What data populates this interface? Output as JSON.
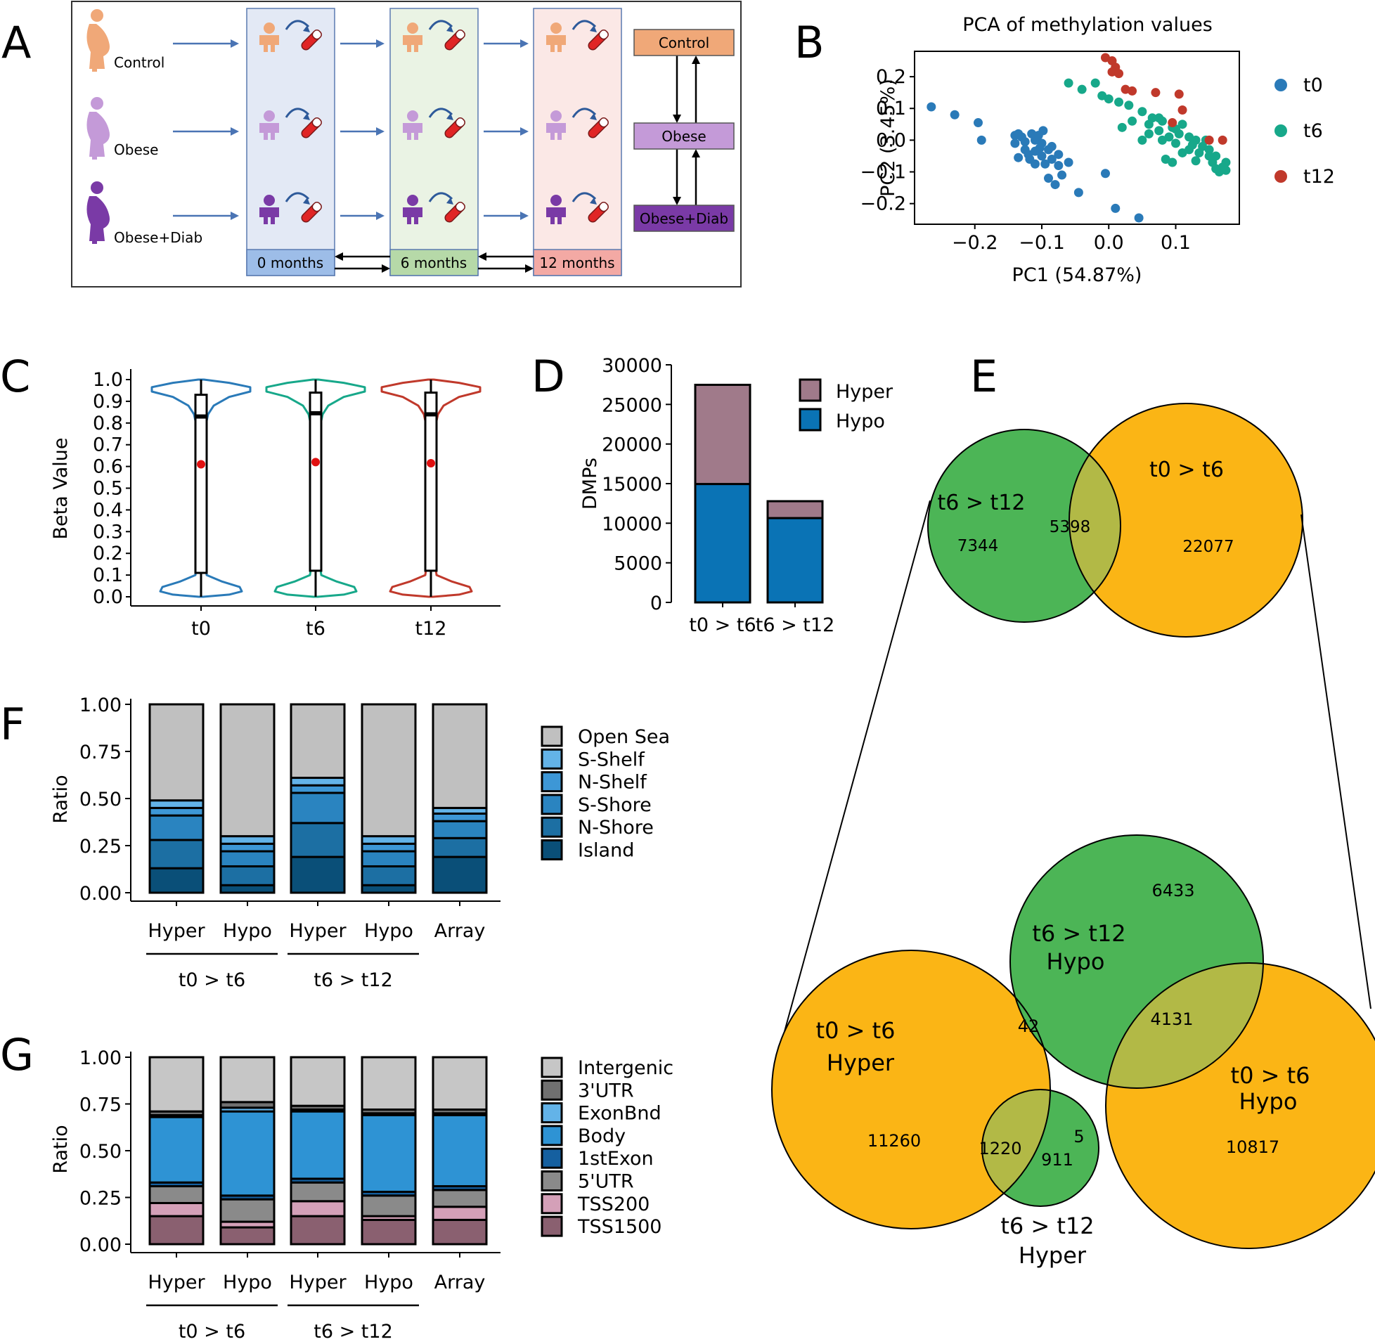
{
  "panels": {
    "A": "A",
    "B": "B",
    "C": "C",
    "D": "D",
    "E": "E",
    "F": "F",
    "G": "G"
  },
  "colors": {
    "control": "#f0a878",
    "obese": "#c49ad8",
    "obese_diab": "#7a3aa6",
    "t0": "#2a7ab8",
    "t6": "#17a88a",
    "t12": "#c0392b",
    "hyper_bar": "#a07a8a",
    "hypo_bar": "#0a73b5",
    "venn_green": "#4cb556",
    "venn_orange": "#fbb515",
    "venn_overlap": "#b2b946"
  },
  "design": {
    "groups": [
      {
        "label": "Control",
        "box_label": "Control",
        "color_key": "control"
      },
      {
        "label": "Obese",
        "box_label": "Obese",
        "color_key": "obese"
      },
      {
        "label": "Obese+Diab",
        "box_label": "Obese+Diab",
        "color_key": "obese_diab"
      }
    ],
    "timepoints": [
      {
        "label": "0 months",
        "bg": "#e3e9f5",
        "tag": "#9dbde8",
        "border": "#5a7ab0"
      },
      {
        "label": "6 months",
        "bg": "#eaf3e4",
        "tag": "#b6d9a8",
        "border": "#5a7ab0"
      },
      {
        "label": "12 months",
        "bg": "#fbe8e6",
        "tag": "#f3a9a4",
        "border": "#5a7ab0"
      }
    ],
    "icons": [
      "mother-icon",
      "baby-icon",
      "arrow-icon",
      "blood-tube-icon"
    ]
  },
  "chart_data": [
    {
      "id": "B",
      "type": "scatter",
      "title": "PCA of methylation values",
      "xlabel": "PC1 (54.87%)",
      "ylabel": "PC2 (3.45%)",
      "xlim": [
        -0.29,
        0.195
      ],
      "ylim": [
        -0.265,
        0.28
      ],
      "xticks": [
        -0.2,
        -0.1,
        0.0,
        0.1
      ],
      "xticklabels": [
        "−0.2",
        "−0.1",
        "0.0",
        "0.1"
      ],
      "yticks": [
        -0.2,
        -0.1,
        0.0,
        0.1,
        0.2
      ],
      "yticklabels": [
        "−0.2",
        "−0.1",
        "0.0",
        "0.1",
        "0.2"
      ],
      "legend": "right",
      "series": [
        {
          "name": "t0",
          "color_key": "t0",
          "points": [
            [
              -0.265,
              0.105
            ],
            [
              -0.23,
              0.08
            ],
            [
              -0.195,
              0.055
            ],
            [
              -0.19,
              0.0
            ],
            [
              -0.14,
              0.015
            ],
            [
              -0.135,
              0.02
            ],
            [
              -0.13,
              0.01
            ],
            [
              -0.125,
              -0.005
            ],
            [
              -0.115,
              0.02
            ],
            [
              -0.11,
              0.0
            ],
            [
              -0.105,
              0.015
            ],
            [
              -0.1,
              -0.01
            ],
            [
              -0.125,
              -0.03
            ],
            [
              -0.12,
              -0.045
            ],
            [
              -0.11,
              -0.035
            ],
            [
              -0.1,
              -0.05
            ],
            [
              -0.09,
              -0.03
            ],
            [
              -0.085,
              -0.06
            ],
            [
              -0.075,
              -0.08
            ],
            [
              -0.07,
              -0.11
            ],
            [
              -0.08,
              -0.14
            ],
            [
              -0.09,
              -0.12
            ],
            [
              -0.095,
              -0.075
            ],
            [
              -0.135,
              -0.055
            ],
            [
              -0.118,
              -0.06
            ],
            [
              -0.045,
              -0.165
            ],
            [
              -0.005,
              -0.105
            ],
            [
              0.01,
              -0.215
            ],
            [
              0.045,
              -0.245
            ],
            [
              -0.11,
              -0.075
            ],
            [
              -0.103,
              -0.025
            ],
            [
              -0.14,
              -0.01
            ],
            [
              -0.085,
              -0.02
            ],
            [
              -0.075,
              -0.045
            ],
            [
              -0.06,
              -0.07
            ],
            [
              -0.098,
              0.03
            ]
          ]
        },
        {
          "name": "t6",
          "color_key": "t6",
          "points": [
            [
              -0.06,
              0.18
            ],
            [
              -0.02,
              0.18
            ],
            [
              -0.04,
              0.16
            ],
            [
              -0.01,
              0.14
            ],
            [
              0.0,
              0.13
            ],
            [
              0.015,
              0.12
            ],
            [
              0.03,
              0.11
            ],
            [
              0.05,
              0.09
            ],
            [
              0.075,
              0.07
            ],
            [
              0.08,
              0.06
            ],
            [
              0.095,
              0.04
            ],
            [
              0.1,
              0.035
            ],
            [
              0.105,
              0.02
            ],
            [
              0.12,
              0.01
            ],
            [
              0.13,
              0.0
            ],
            [
              0.14,
              -0.02
            ],
            [
              0.15,
              -0.03
            ],
            [
              0.16,
              -0.05
            ],
            [
              0.175,
              -0.07
            ],
            [
              0.175,
              -0.095
            ],
            [
              0.165,
              -0.1
            ],
            [
              0.06,
              0.05
            ],
            [
              0.075,
              0.03
            ],
            [
              0.09,
              0.01
            ],
            [
              0.1,
              -0.01
            ],
            [
              0.11,
              -0.04
            ],
            [
              0.095,
              -0.07
            ],
            [
              0.085,
              -0.06
            ],
            [
              0.02,
              0.04
            ],
            [
              0.06,
              0.02
            ],
            [
              0.145,
              0.0
            ],
            [
              0.155,
              -0.07
            ],
            [
              0.13,
              -0.065
            ],
            [
              0.12,
              -0.03
            ],
            [
              0.11,
              0.05
            ],
            [
              0.065,
              0.07
            ],
            [
              0.035,
              0.06
            ],
            [
              0.05,
              0.0
            ],
            [
              0.08,
              0.0
            ],
            [
              0.125,
              -0.015
            ],
            [
              0.135,
              -0.04
            ],
            [
              0.17,
              -0.085
            ],
            [
              0.16,
              -0.09
            ],
            [
              0.15,
              -0.05
            ]
          ]
        },
        {
          "name": "t12",
          "color_key": "t12",
          "points": [
            [
              -0.005,
              0.26
            ],
            [
              0.005,
              0.25
            ],
            [
              0.01,
              0.23
            ],
            [
              0.005,
              0.215
            ],
            [
              0.015,
              0.21
            ],
            [
              0.025,
              0.16
            ],
            [
              0.035,
              0.155
            ],
            [
              0.07,
              0.15
            ],
            [
              0.105,
              0.145
            ],
            [
              0.11,
              0.095
            ],
            [
              0.095,
              0.055
            ],
            [
              0.17,
              0.0
            ],
            [
              0.15,
              0.0
            ]
          ]
        }
      ]
    },
    {
      "id": "C",
      "type": "violin",
      "ylabel": "Beta Value",
      "xlabel": "",
      "ylim": [
        0,
        1
      ],
      "yticks": [
        0,
        0.1,
        0.2,
        0.3,
        0.4,
        0.5,
        0.6,
        0.7,
        0.8,
        0.9,
        1.0
      ],
      "yticklabels": [
        "0.0",
        "0.1",
        "0.2",
        "0.3",
        "0.4",
        "0.5",
        "0.6",
        "0.7",
        "0.8",
        "0.9",
        "1.0"
      ],
      "categories": [
        "t0",
        "t6",
        "t12"
      ],
      "groups": [
        {
          "name": "t0",
          "color_key": "t0",
          "q1": 0.11,
          "median": 0.83,
          "q3": 0.93,
          "mean": 0.61
        },
        {
          "name": "t6",
          "color_key": "t6",
          "q1": 0.12,
          "median": 0.845,
          "q3": 0.94,
          "mean": 0.62
        },
        {
          "name": "t12",
          "color_key": "t12",
          "q1": 0.12,
          "median": 0.84,
          "q3": 0.94,
          "mean": 0.615
        }
      ]
    },
    {
      "id": "D",
      "type": "bar",
      "stacked": true,
      "ylabel": "DMPs",
      "ylim": [
        0,
        30000
      ],
      "yticks": [
        0,
        5000,
        10000,
        15000,
        20000,
        25000,
        30000
      ],
      "yticklabels": [
        "0",
        "5000",
        "10000",
        "15000",
        "20000",
        "25000",
        "30000"
      ],
      "categories": [
        "t0 > t6",
        "t6 > t12"
      ],
      "legend": "top-right",
      "series": [
        {
          "name": "Hypo",
          "color_key": "hypo_bar",
          "values": [
            14950,
            10648
          ]
        },
        {
          "name": "Hyper",
          "color_key": "hyper_bar",
          "values": [
            12525,
            2131
          ]
        }
      ],
      "legend_order": [
        "Hyper",
        "Hypo"
      ]
    },
    {
      "id": "F",
      "type": "bar",
      "stacked": true,
      "ylabel": "Ratio",
      "ylim": [
        0,
        1
      ],
      "yticks": [
        0,
        0.25,
        0.5,
        0.75,
        1.0
      ],
      "yticklabels": [
        "0.00",
        "0.25",
        "0.50",
        "0.75",
        "1.00"
      ],
      "categories": [
        "Hyper",
        "Hypo",
        "Hyper",
        "Hypo",
        "Array"
      ],
      "category_groups": [
        {
          "label": "t0 > t6",
          "span": [
            0,
            1
          ]
        },
        {
          "label": "t6 > t12",
          "span": [
            2,
            3
          ]
        }
      ],
      "legend": "right",
      "series": [
        {
          "name": "Island",
          "color": "#0a4f78",
          "values": [
            0.13,
            0.04,
            0.19,
            0.04,
            0.19
          ]
        },
        {
          "name": "N-Shore",
          "color": "#1c6fa3",
          "values": [
            0.15,
            0.1,
            0.18,
            0.1,
            0.1
          ]
        },
        {
          "name": "S-Shore",
          "color": "#2a84c0",
          "values": [
            0.13,
            0.08,
            0.16,
            0.08,
            0.09
          ]
        },
        {
          "name": "N-Shelf",
          "color": "#3d97d6",
          "values": [
            0.04,
            0.04,
            0.04,
            0.04,
            0.04
          ]
        },
        {
          "name": "S-Shelf",
          "color": "#63b3e8",
          "values": [
            0.04,
            0.04,
            0.04,
            0.04,
            0.03
          ]
        },
        {
          "name": "Open Sea",
          "color": "#c0c0c0",
          "values": [
            0.51,
            0.7,
            0.39,
            0.7,
            0.55
          ]
        }
      ],
      "legend_order": [
        "Open Sea",
        "S-Shelf",
        "N-Shelf",
        "S-Shore",
        "N-Shore",
        "Island"
      ]
    },
    {
      "id": "G",
      "type": "bar",
      "stacked": true,
      "ylabel": "Ratio",
      "ylim": [
        0,
        1
      ],
      "yticks": [
        0,
        0.25,
        0.5,
        0.75,
        1.0
      ],
      "yticklabels": [
        "0.00",
        "0.25",
        "0.50",
        "0.75",
        "1.00"
      ],
      "categories": [
        "Hyper",
        "Hypo",
        "Hyper",
        "Hypo",
        "Array"
      ],
      "category_groups": [
        {
          "label": "t0 > t6",
          "span": [
            0,
            1
          ]
        },
        {
          "label": "t6 > t12",
          "span": [
            2,
            3
          ]
        }
      ],
      "legend": "right",
      "series": [
        {
          "name": "TSS1500",
          "color": "#8a6070",
          "values": [
            0.15,
            0.09,
            0.15,
            0.13,
            0.13
          ]
        },
        {
          "name": "TSS200",
          "color": "#d4a0b8",
          "values": [
            0.07,
            0.03,
            0.08,
            0.02,
            0.07
          ]
        },
        {
          "name": "5'UTR",
          "color": "#8a8a8a",
          "values": [
            0.09,
            0.12,
            0.1,
            0.11,
            0.09
          ]
        },
        {
          "name": "1stExon",
          "color": "#1560a0",
          "values": [
            0.02,
            0.02,
            0.02,
            0.02,
            0.02
          ]
        },
        {
          "name": "Body",
          "color": "#2e93d4",
          "values": [
            0.35,
            0.45,
            0.36,
            0.41,
            0.38
          ]
        },
        {
          "name": "ExonBnd",
          "color": "#63b3e8",
          "values": [
            0.01,
            0.02,
            0.01,
            0.01,
            0.01
          ]
        },
        {
          "name": "3'UTR",
          "color": "#707070",
          "values": [
            0.02,
            0.03,
            0.02,
            0.02,
            0.02
          ]
        },
        {
          "name": "Intergenic",
          "color": "#c6c6c6",
          "values": [
            0.29,
            0.24,
            0.26,
            0.28,
            0.28
          ]
        }
      ],
      "legend_order": [
        "Intergenic",
        "3'UTR",
        "ExonBnd",
        "Body",
        "1stExon",
        "5'UTR",
        "TSS200",
        "TSS1500"
      ]
    }
  ],
  "venn_top": {
    "left_label": "t6 > t12",
    "right_label": "t0 > t6",
    "left_only": "7344",
    "overlap": "5398",
    "right_only": "22077"
  },
  "venn_bottom": {
    "t0t6_hyper_label": [
      "t0 > t6",
      "Hyper"
    ],
    "t6t12_hypo_label": [
      "t6 > t12",
      "Hypo"
    ],
    "t0t6_hypo_label": [
      "t0 > t6",
      "Hypo"
    ],
    "t6t12_hyper_label": [
      "t6 > t12",
      "Hyper"
    ],
    "n_t0t6_hyper": "11260",
    "n_t6t12_hypo": "6433",
    "n_t0t6_hypo": "10817",
    "n_hypo_hypo": "4131",
    "n_hyper_hyper": "1220",
    "n_t6t12_hyper_only": "911",
    "n_hyper_vs_hypo": "42",
    "n_small": "5"
  }
}
